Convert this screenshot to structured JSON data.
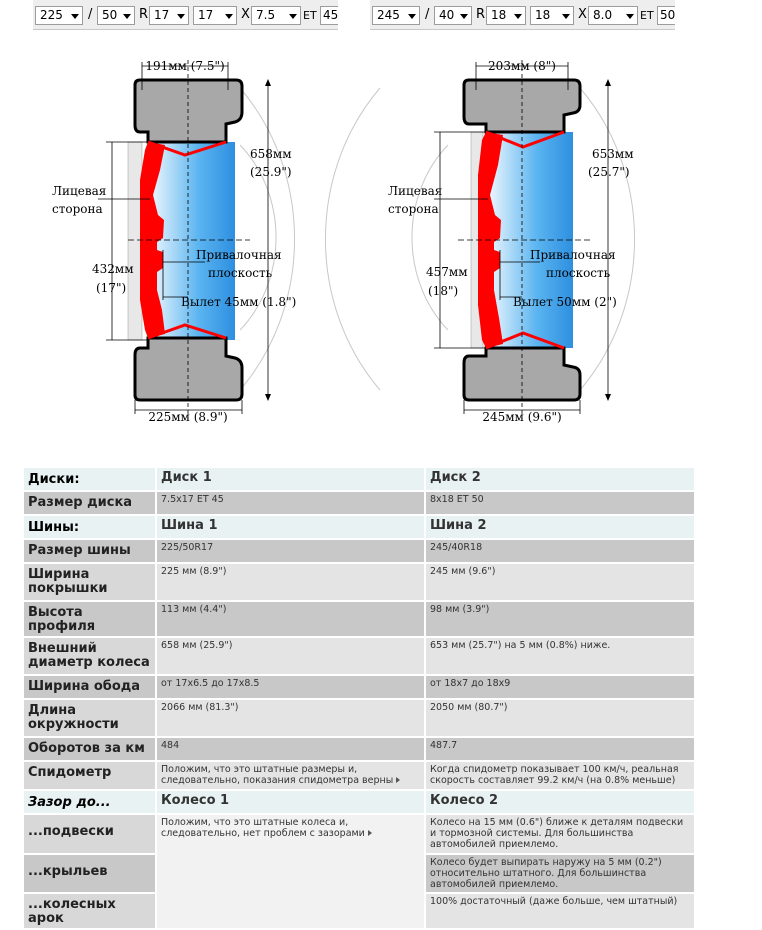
{
  "selectors": [
    {
      "width": "225",
      "sep1": "/",
      "profile": "50",
      "r_label": "R",
      "rim": "17",
      "rim2": "17",
      "x_label": "X",
      "rim_width": "7.5",
      "et_label": "ET",
      "et": "45"
    },
    {
      "width": "245",
      "sep1": "/",
      "profile": "40",
      "r_label": "R",
      "rim": "18",
      "rim2": "18",
      "x_label": "X",
      "rim_width": "8.0",
      "et_label": "ET",
      "et": "50"
    }
  ],
  "diagrams": [
    {
      "top_width": "191мм (7.5\")",
      "outer_d1": "658мм",
      "outer_d2": "(25.9\")",
      "face1": "Лицевая",
      "face2": "сторона",
      "rim_d1": "432мм",
      "rim_d2": "(17\")",
      "mount1": "Привалочная",
      "mount2": "плоскость",
      "offset": "Вылет 45мм (1.8\")",
      "bottom_width": "225мм (8.9\")"
    },
    {
      "top_width": "203мм (8\")",
      "outer_d1": "653мм",
      "outer_d2": "(25.7\")",
      "face1": "Лицевая",
      "face2": "сторона",
      "rim_d1": "457мм",
      "rim_d2": "(18\")",
      "mount1": "Привалочная",
      "mount2": "плоскость",
      "offset": "Вылет 50мм (2\")",
      "bottom_width": "245мм (9.6\")"
    }
  ],
  "table": {
    "rows": [
      {
        "label": "Диски:",
        "v1": "Диск 1",
        "v2": "Диск 2"
      },
      {
        "label": "Размер диска",
        "v1": "7.5x17 ET 45",
        "v2": "8x18 ET 50"
      },
      {
        "label": "Шины:",
        "v1": "Шина 1",
        "v2": "Шина 2"
      },
      {
        "label": "Размер шины",
        "v1": "225/50R17",
        "v2": "245/40R18"
      },
      {
        "label": "Ширина покрышки",
        "v1": "225 мм (8.9\")",
        "v2": "245 мм (9.6\")"
      },
      {
        "label": "Высота профиля",
        "v1": "113 мм (4.4\")",
        "v2": "98 мм (3.9\")"
      },
      {
        "label": "Внешний диаметр колеса",
        "v1": "658 мм (25.9\")",
        "v2": "653 мм (25.7\") на 5 мм (0.8%) ниже."
      },
      {
        "label": "Ширина обода",
        "v1": "от 17x6.5 до 17x8.5",
        "v2": "от 18x7 до 18x9"
      },
      {
        "label": "Длина окружности",
        "v1": "2066 мм (81.3\")",
        "v2": "2050 мм (80.7\")"
      },
      {
        "label": "Оборотов за км",
        "v1": "484",
        "v2": "487.7"
      },
      {
        "label": "Спидометр",
        "v1": "Положим, что это штатные размеры и, следовательно, показания спидометра верны",
        "v2": "Когда спидометр показывает 100 км/ч, реальная скорость составляет 99.2 км/ч (на 0.8% меньше)"
      },
      {
        "label": "Зазор до...",
        "v1": "Колесо 1",
        "v2": "Колесо 2"
      },
      {
        "label": "...подвески",
        "v1": "Положим, что это штатные колеса и, следовательно, нет проблем с зазорами",
        "v2": "Колесо на 15 мм (0.6\") ближе к деталям подвески и тормозной системы. Для большинства автомобилей приемлемо."
      },
      {
        "label": "...крыльев",
        "v2": "Колесо будет выпирать наружу на 5 мм (0.2\") относительно штатного. Для большинства автомобилей приемлемо."
      },
      {
        "label": "...колесных арок",
        "v2": "100% достаточный (даже больше, чем штатный)"
      }
    ]
  },
  "colors": {
    "tire": "#a8a8a8",
    "rim_red": "#ff0000",
    "blue": "#3a9ee8"
  }
}
